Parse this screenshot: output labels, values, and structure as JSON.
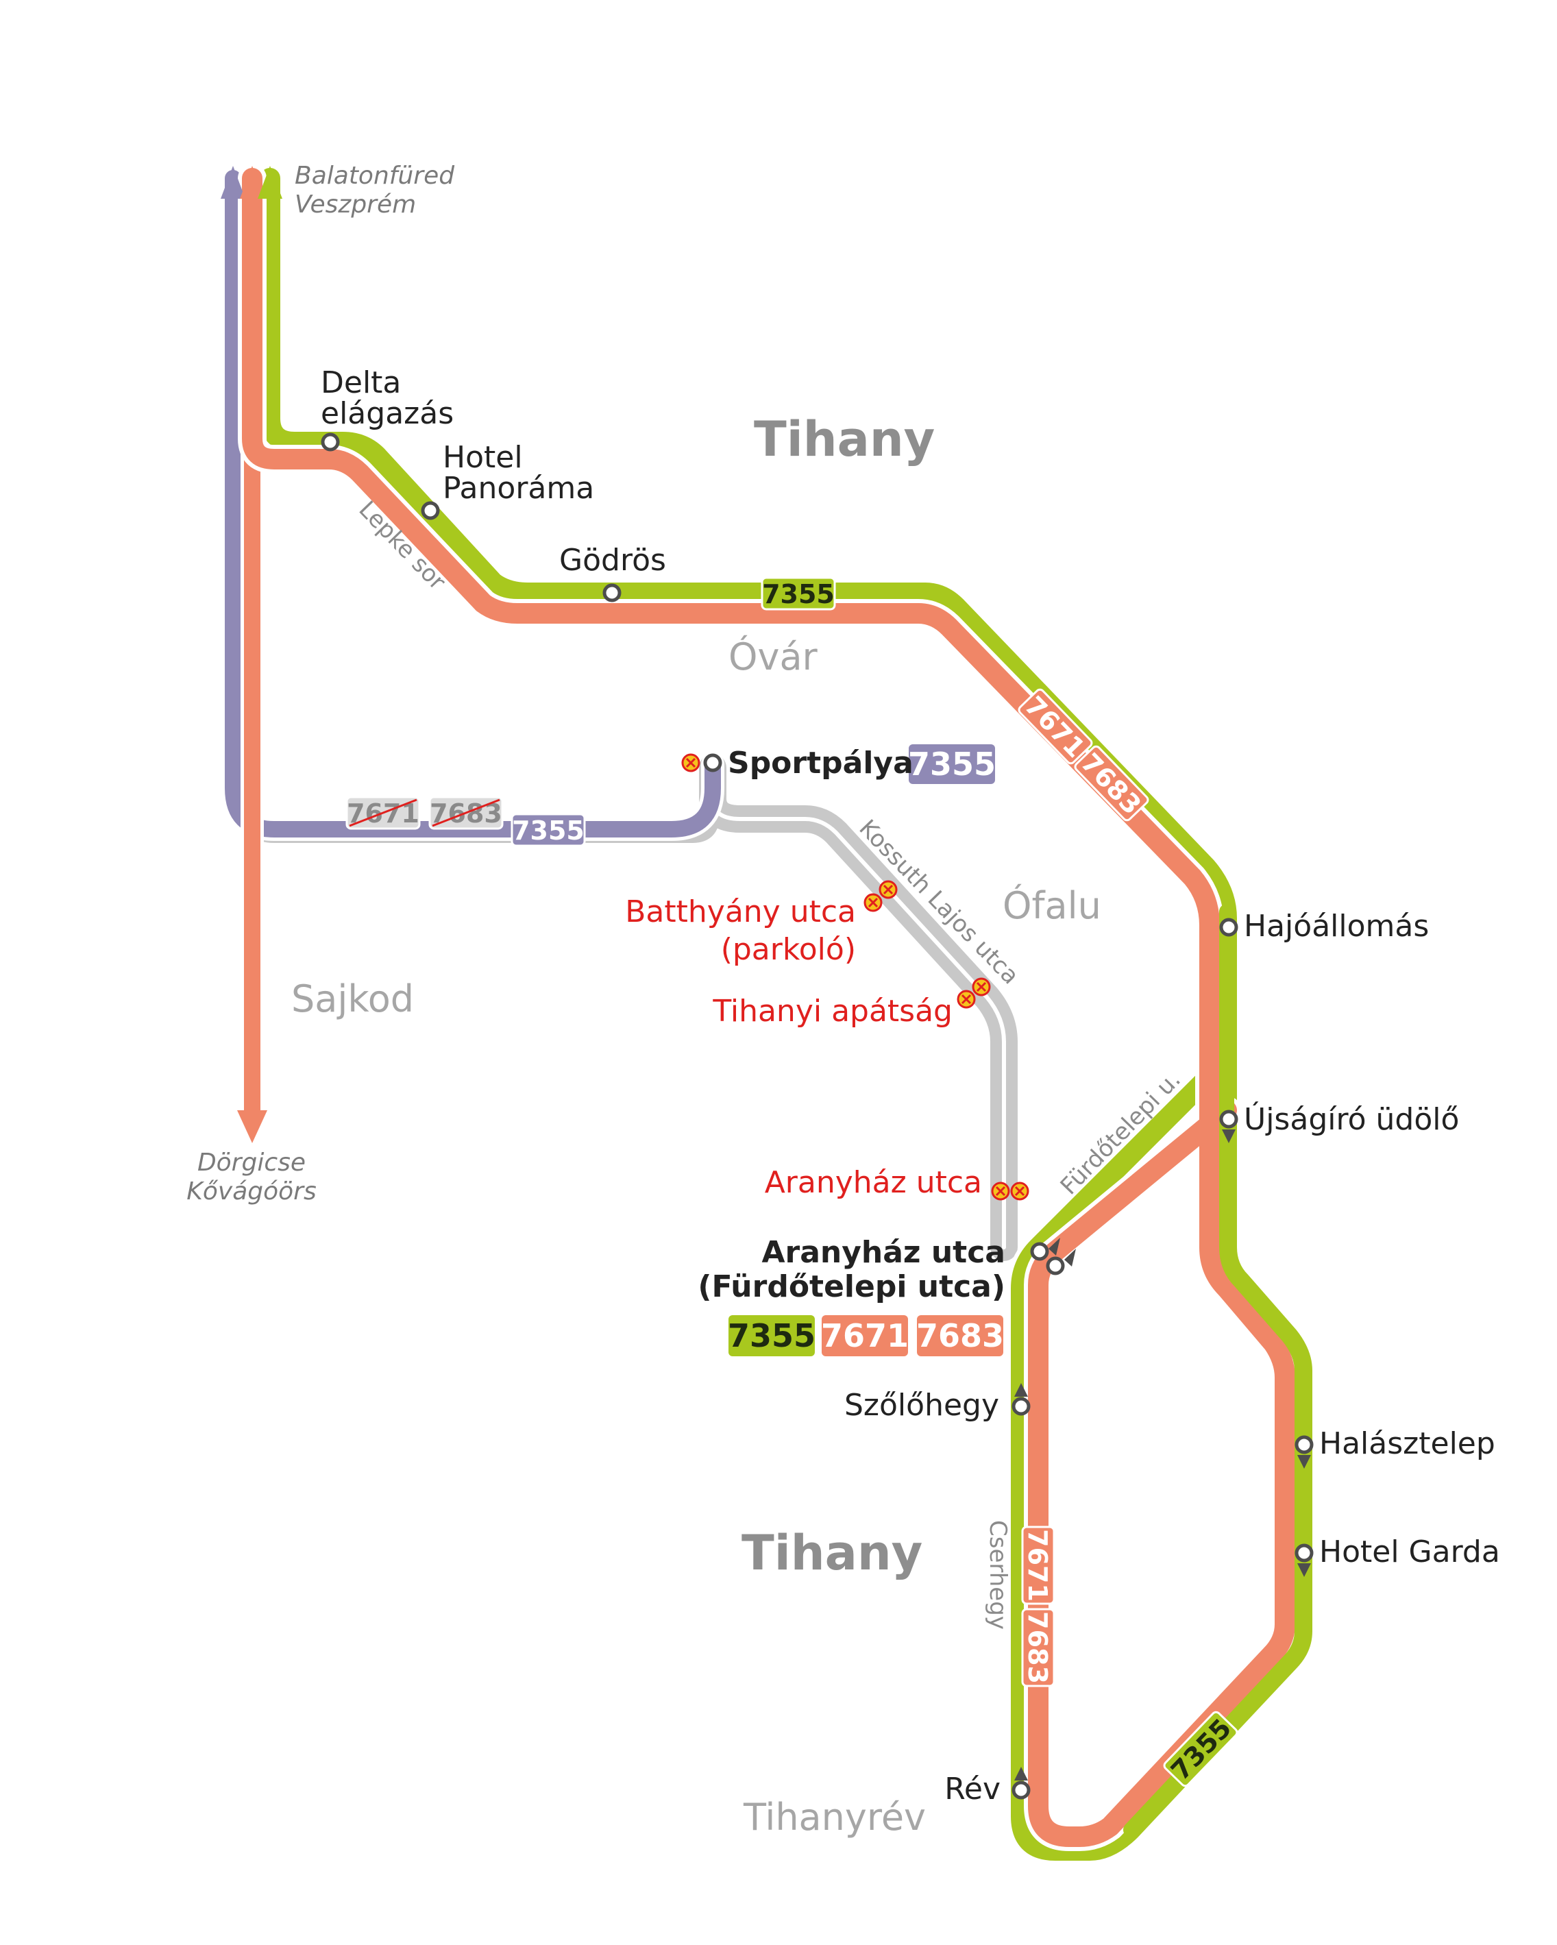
{
  "colors": {
    "line_7355": "#a8c81e",
    "line_7671_7683": "#f08667",
    "line_7355_sportpalya": "#8f89b5",
    "closed_route": "#c8c8c8",
    "closed_text": "#e0201e"
  },
  "areas": {
    "tihany_north": "Tihany",
    "tihany_south": "Tihany",
    "ovar": "Óvár",
    "ofalu": "Ófalu",
    "sajkod": "Sajkod",
    "tihanyrev": "Tihanyrév"
  },
  "destinations": {
    "north_line1": "Balatonfüred",
    "north_line2": "Veszprém",
    "south_line1": "Dörgicse",
    "south_line2": "Kővágóörs"
  },
  "streets": {
    "lepke_sor": "Lepke sor",
    "kossuth": "Kossuth Lajos utca",
    "furdotelepi": "Fürdőtelepi u.",
    "cserhegy": "Cserhegy"
  },
  "stops": {
    "delta_line1": "Delta",
    "delta_line2": "elágazás",
    "panorama_line1": "Hotel",
    "panorama_line2": "Panoráma",
    "godros": "Gödrös",
    "sportpalya": "Sportpálya",
    "hajoallomas": "Hajóállomás",
    "ujsagiro": "Újságíró üdölő",
    "aranyhaz_line1": "Aranyház utca",
    "aranyhaz_line2": "(Fürdőtelepi utca)",
    "szolohegy": "Szőlőhegy",
    "halasztelep": "Halásztelep",
    "hotel_garda": "Hotel Garda",
    "rev": "Rév"
  },
  "closed_stops": {
    "batthyany_line1": "Batthyány utca",
    "batthyany_line2": "(parkoló)",
    "apatsag": "Tihanyi apátság",
    "aranyhaz": "Aranyház utca"
  },
  "routes": {
    "r7355": "7355",
    "r7671": "7671",
    "r7683": "7683"
  }
}
